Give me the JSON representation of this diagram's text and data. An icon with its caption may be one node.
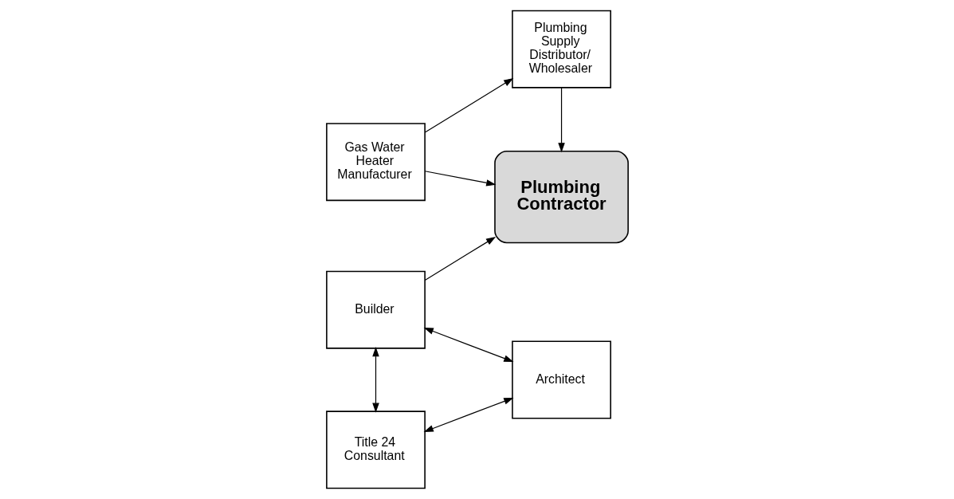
{
  "diagram": {
    "nodes": [
      {
        "text": [
          "Gas Water Heater Manufacturer"
        ]
      },
      {
        "text": [
          "Plumbing Supply Distributor/ Wholesaler"
        ]
      },
      {
        "text": [
          "Plumbing Contractor"
        ]
      },
      {
        "text": [
          "Builder"
        ]
      },
      {
        "text": [
          "Architect"
        ]
      },
      {
        "text": [
          "Title 24 Consultant"
        ]
      }
    ],
    "edges": [
      {
        "from": 0,
        "to": 1,
        "arrow": "to"
      },
      {
        "from": 1,
        "to": 2,
        "arrow": "to"
      },
      {
        "from": 0,
        "to": 2,
        "arrow": "to"
      },
      {
        "from": 3,
        "to": 2,
        "arrow": "to"
      },
      {
        "from": 3,
        "to": 5,
        "arrow": "both"
      },
      {
        "from": 3,
        "to": 4,
        "arrow": "both"
      },
      {
        "from": 5,
        "to": 4,
        "arrow": "both"
      }
    ]
  }
}
